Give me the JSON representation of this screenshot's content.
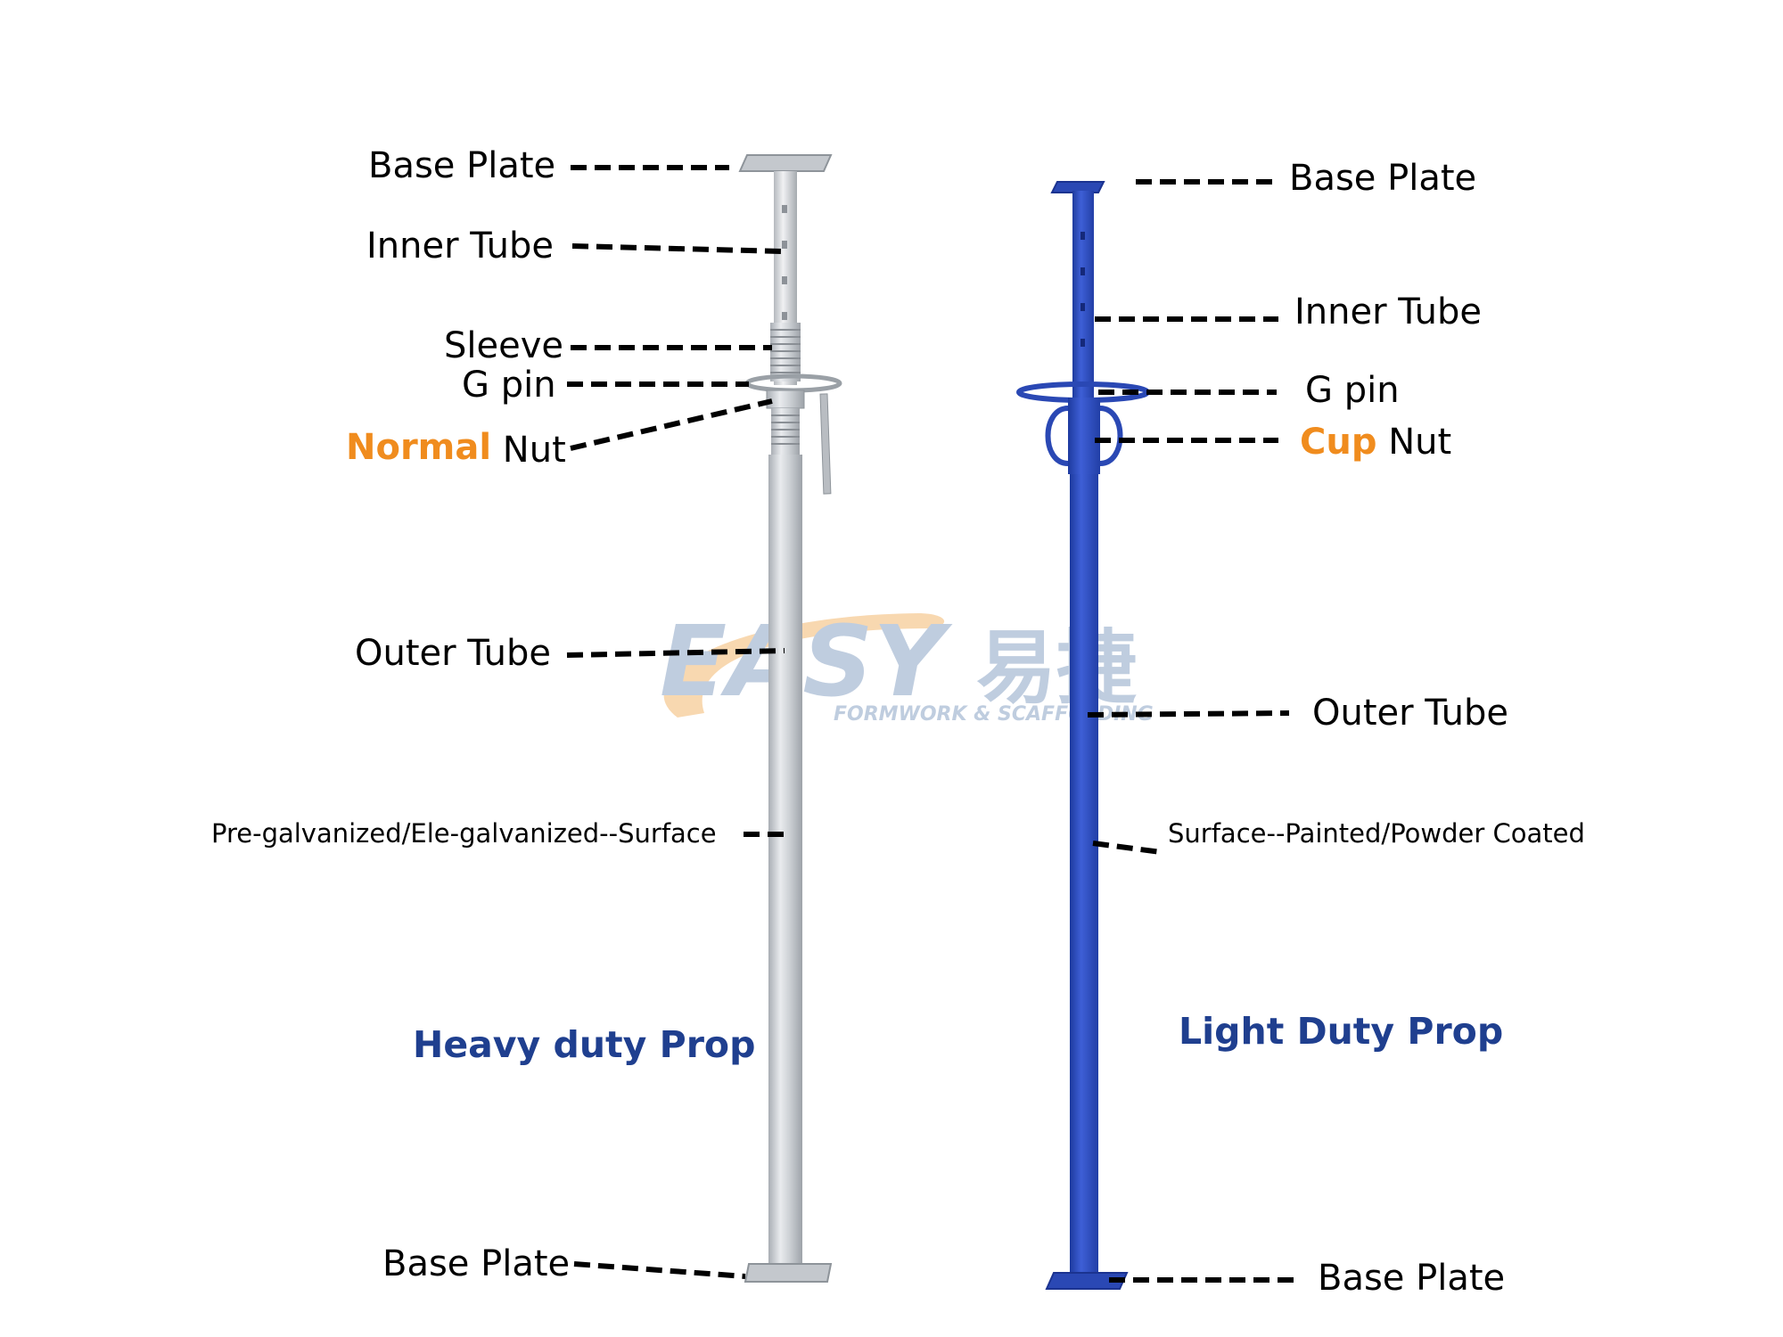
{
  "watermark": {
    "brand": "EASY",
    "cjk": "易捷",
    "tagline": "FORMWORK & SCAFFOLDING",
    "colors": {
      "text": "#b9c8dc",
      "swoosh": "#f6c58b"
    }
  },
  "heavy": {
    "title": "Heavy duty Prop",
    "labels": {
      "base_plate_top": "Base Plate",
      "inner_tube": "Inner Tube",
      "sleeve": "Sleeve",
      "g_pin": "G pin",
      "nut_type": "Normal",
      "nut": "Nut",
      "outer_tube": "Outer Tube",
      "surface": "Pre-galvanized/Ele-galvanized--Surface",
      "base_plate_bottom": "Base Plate"
    }
  },
  "light": {
    "title": "Light Duty Prop",
    "labels": {
      "base_plate_top": "Base Plate",
      "inner_tube": "Inner Tube",
      "g_pin": "G pin",
      "nut_type": "Cup",
      "nut": "Nut",
      "outer_tube": "Outer Tube",
      "surface": "Surface--Painted/Powder Coated",
      "base_plate_bottom": "Base Plate"
    }
  },
  "colors": {
    "title": "#1f3f8f",
    "accent": "#f08c1e",
    "prop_blue": "#2f4fc0",
    "prop_galv": "#c9cdd2"
  }
}
